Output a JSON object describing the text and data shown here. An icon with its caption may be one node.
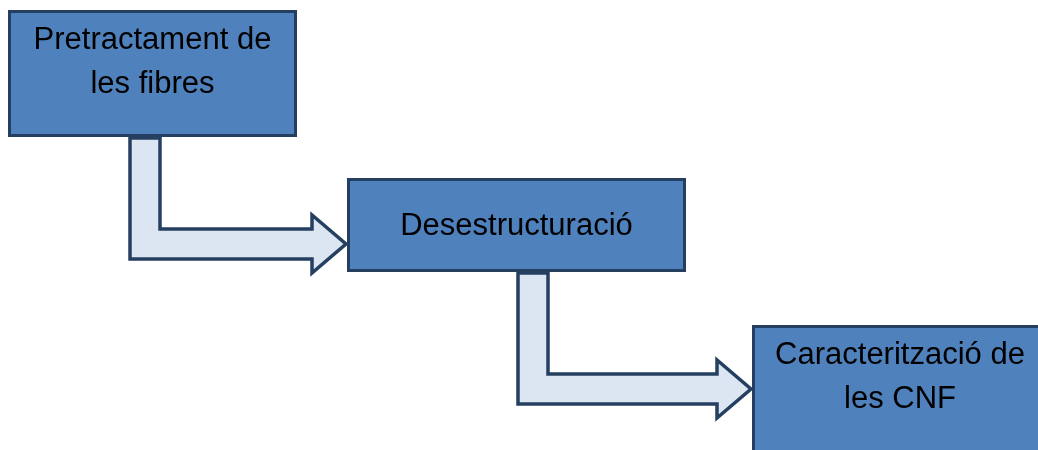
{
  "diagram": {
    "nodes": [
      {
        "text": [
          "Pretractament de les fibres"
        ]
      },
      {
        "text": [
          "Desestructuració"
        ]
      },
      {
        "text": [
          "Caracterització de les CNF"
        ]
      }
    ],
    "edges": [
      {
        "from": 0,
        "to": 1,
        "arrow": "to"
      },
      {
        "from": 1,
        "to": 2,
        "arrow": "to"
      }
    ]
  }
}
